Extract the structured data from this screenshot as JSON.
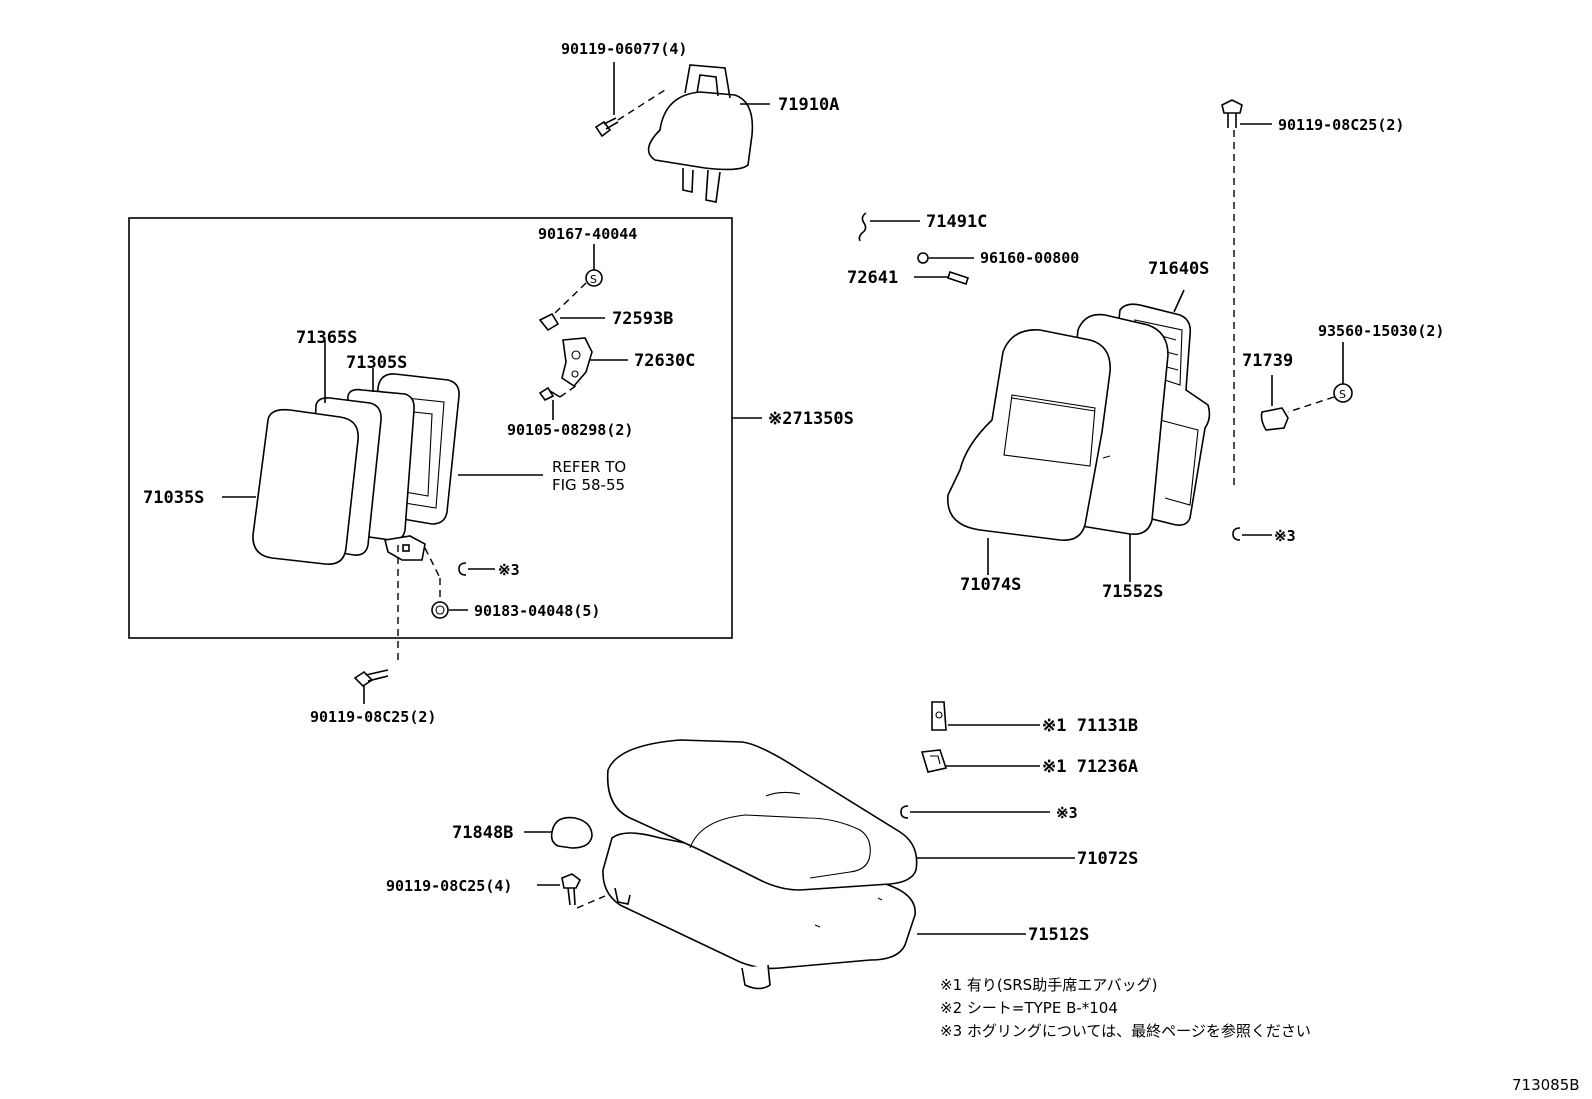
{
  "parts": {
    "p_90119_06077": "90119-06077(4)",
    "p_71910A": "71910A",
    "p_90119_08C25_top": "90119-08C25(2)",
    "p_71491C": "71491C",
    "p_96160_00800": "96160-00800",
    "p_72641": "72641",
    "p_71640S": "71640S",
    "p_93560_15030": "93560-15030(2)",
    "p_71739": "71739",
    "p_90167_40044": "90167-40044",
    "p_72593B": "72593B",
    "p_72630C": "72630C",
    "p_71365S": "71365S",
    "p_71305S": "71305S",
    "p_90105_08298": "90105-08298(2)",
    "p_71350S": "※271350S",
    "p_71035S": "71035S",
    "p_refer_line1": "REFER TO",
    "p_refer_line2": "FIG 58-55",
    "p_ring_inner": "※3",
    "p_90183_04048": "90183-04048(5)",
    "p_90119_08C25_left": "90119-08C25(2)",
    "p_71074S": "71074S",
    "p_71552S": "71552S",
    "p_ring_right": "※3",
    "p_71131B": "※1 71131B",
    "p_71236A": "※1 71236A",
    "p_ring_bottom": "※3",
    "p_71848B": "71848B",
    "p_71072S": "71072S",
    "p_90119_08C25_bottom": "90119-08C25(4)",
    "p_71512S": "71512S"
  },
  "notes": [
    "※1  有り(SRS助手席エアバッグ)",
    "※2  シート=TYPE B-*104",
    "※3  ホグリングについては、最終ページを参照ください"
  ],
  "figure_id": "713085B"
}
